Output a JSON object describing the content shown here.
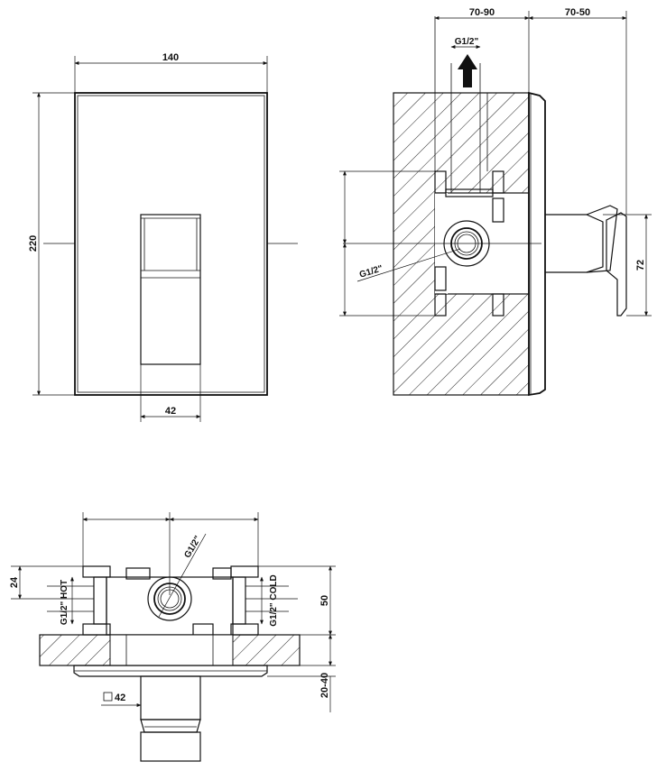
{
  "front_view": {
    "width_label": "140",
    "height_label": "220",
    "handle_width_label": "42"
  },
  "side_view": {
    "depth_label_1": "70-90",
    "depth_label_2": "70-50",
    "outlet_label": "G1/2\"",
    "inlet_label": "G1/2\"",
    "handle_height_label": "72"
  },
  "top_view": {
    "top_connection_label": "G1/2\"",
    "hot_label": "G1/2\" HOT",
    "cold_label": "G1/2\" COLD",
    "offset_label": "24",
    "height_label": "50",
    "depth_label": "20-40",
    "square_label": "42"
  }
}
